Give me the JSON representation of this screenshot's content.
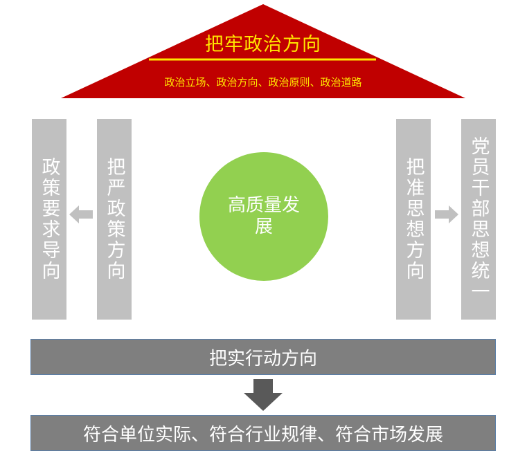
{
  "roof": {
    "title": "把牢政治方向",
    "subtitle": "政治立场、政治方向、政治原则、政治道路"
  },
  "pillars": [
    {
      "text": "政策要求导向"
    },
    {
      "text": "把严政策方向"
    },
    {
      "text": "把准思想方向"
    },
    {
      "text": "党员干部思想统一"
    }
  ],
  "center": {
    "text": "高质量发展"
  },
  "action_bar": {
    "text": "把实行动方向"
  },
  "result_bar": {
    "text": "符合单位实际、符合行业规律、符合市场发展"
  },
  "colors": {
    "roof": "#c00000",
    "roof_text": "#ffe600",
    "pillar": "#c0c0c0",
    "circle": "#92d050",
    "bar": "#7f7f7f"
  }
}
